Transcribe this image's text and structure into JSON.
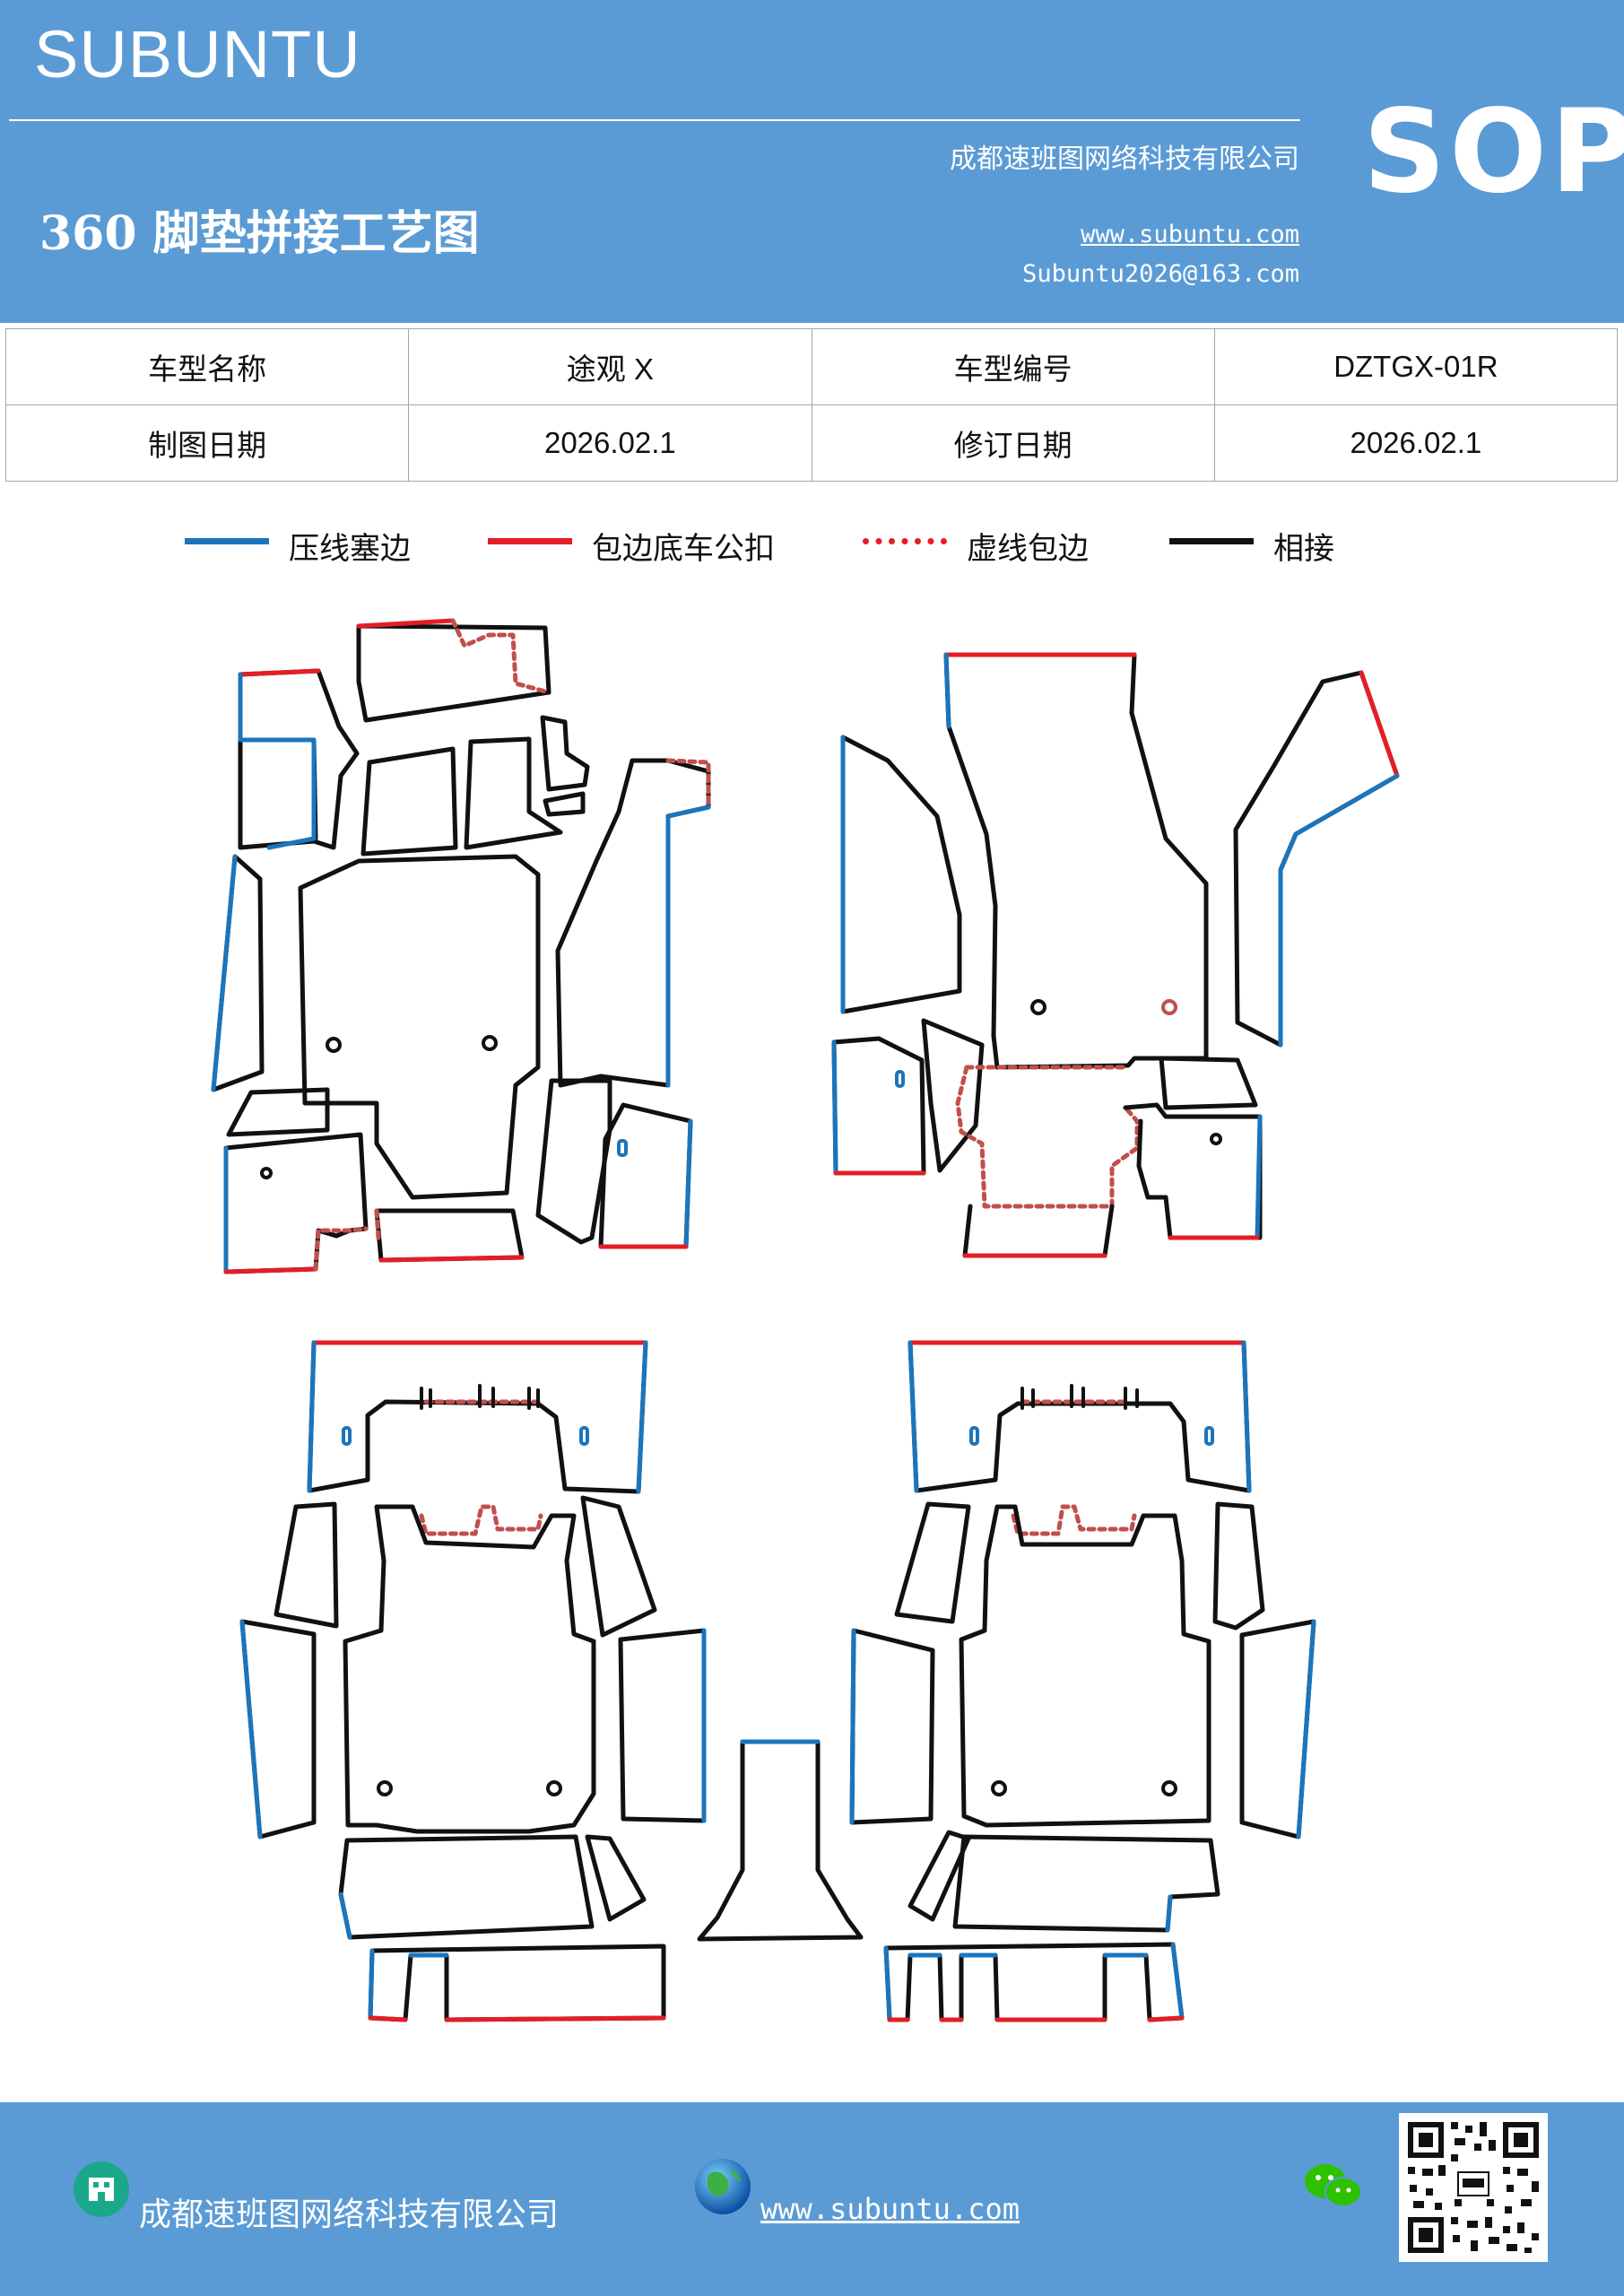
{
  "header": {
    "brand": "SUBUNTU",
    "badge": "SOP",
    "company": "成都速班图网络科技有限公司",
    "title": "360 脚垫拼接工艺图",
    "website": "www.subuntu.com",
    "email": "Subuntu2026@163.com"
  },
  "info_table": {
    "row1": {
      "label1": "车型名称",
      "value1": "途观 X",
      "label2": "车型编号",
      "value2": "DZTGX-01R"
    },
    "row2": {
      "label1": "制图日期",
      "value1": "2026.02.1",
      "label2": "修订日期",
      "value2": "2026.02.1"
    }
  },
  "legend": [
    {
      "label": "压线塞边",
      "color": "#1b75bc",
      "style": "solid"
    },
    {
      "label": "包边底车公扣",
      "color": "#e41e26",
      "style": "solid"
    },
    {
      "label": "虚线包边",
      "color": "#e41e26",
      "style": "dotted"
    },
    {
      "label": "相接",
      "color": "#111111",
      "style": "solid"
    }
  ],
  "colors": {
    "header_bg": "#5b9bd5",
    "press_line": "#1b75bc",
    "edge_binding": "#e41e26",
    "dashed_binding": "#c0504d",
    "join": "#111111"
  },
  "footer": {
    "company": "成都速班图网络科技有限公司",
    "website": "www.subuntu.com",
    "icons": [
      "building-icon",
      "globe-icon",
      "wechat-icon",
      "qr-code"
    ]
  }
}
